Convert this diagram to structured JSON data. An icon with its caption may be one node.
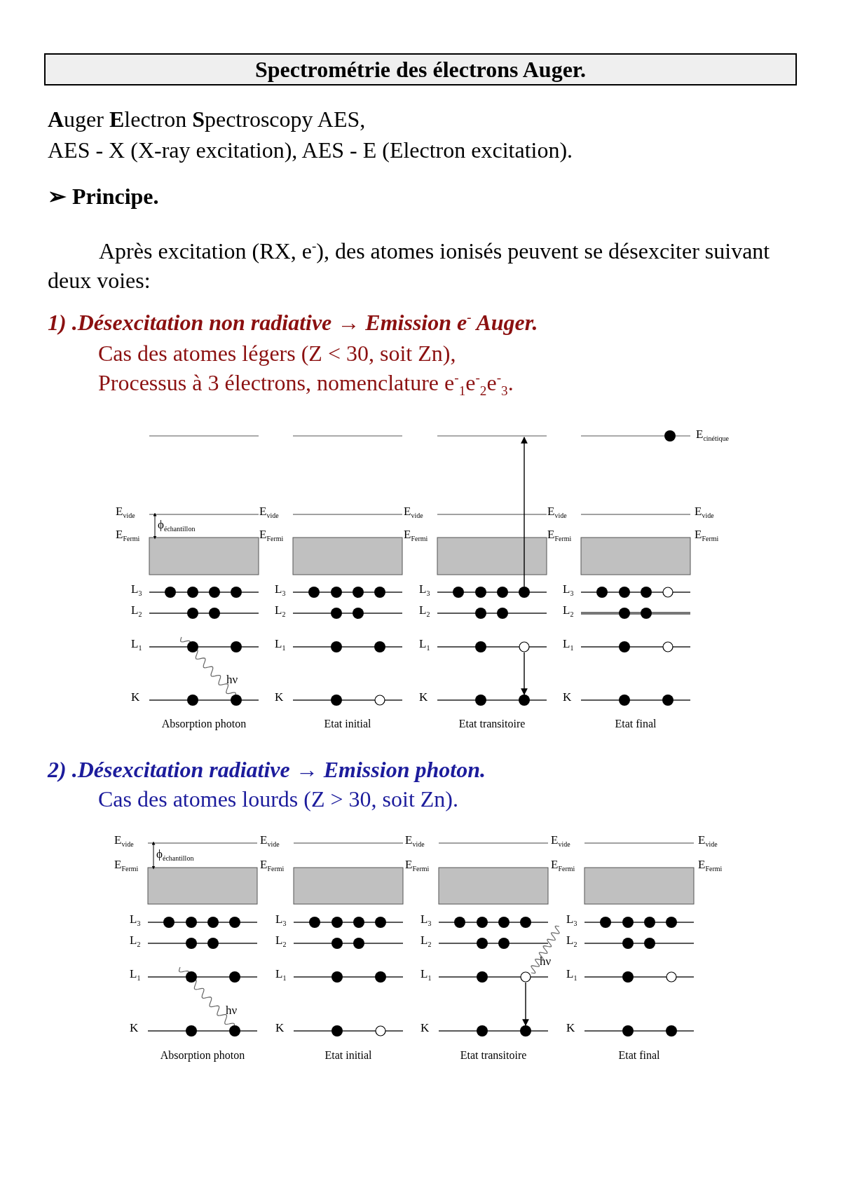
{
  "diagram": {
    "nodes": [
      {
        "text": [
          "Spectrométrie des électrons Auger."
        ]
      }
    ],
    "labels": [
      "**A**uger **E**lectron **S**pectroscopy AES,",
      "AES - X (X-ray excitation), AES - E (Electron excitation).",
      "➢ Principe.",
      "Après excitation (RX, e$^{-}$), des atomes ionisés peuvent se désexciter suivant deux voies:",
      "1) .Désexcitation non radiative → Emission e$^{-}$ Auger.",
      "Cas des atomes légers (Z < 30, soit Zn),",
      "Processus à 3 électrons, nomenclature e$^{-}$$_{1}$e$^{-}$$_{2}$e$^{-}$$_{3}$.",
      "E$_{cinétique}$",
      "E$_{vide}$",
      "E$_{vide}$",
      "E$_{vide}$",
      "E$_{vide}$",
      "E$_{vide}$",
      "ϕ$_{échantillon}$",
      "E$_{Fermi}$",
      "E$_{Fermi}$",
      "E$_{Fermi}$",
      "E$_{Fermi}$",
      "E$_{Fermi}$",
      "L$_{3}$",
      "L$_{3}$",
      "L$_{3}$",
      "L$_{3}$",
      "L$_{2}$",
      "L$_{2}$",
      "L$_{2}$",
      "L$_{2}$",
      "L$_{1}$",
      "L$_{1}$",
      "L$_{1}$",
      "L$_{1}$",
      "hν",
      "K",
      "K",
      "K",
      "K",
      "Absorption photon",
      "Etat initial",
      "Etat transitoire",
      "Etat final",
      "2) .Désexcitation radiative → Emission photon.",
      "Cas des atomes lourds (Z > 30, soit Zn).",
      "E$_{vide}$",
      "E$_{vide}$",
      "E$_{vide}$",
      "E$_{vide}$",
      "E$_{vide}$",
      "ϕ$_{échantillon}$",
      "E$_{Fermi}$",
      "E$_{Fermi}$",
      "E$_{Fermi}$",
      "E$_{Fermi}$",
      "E$_{Fermi}$",
      "L$_{3}$",
      "L$_{3}$",
      "L$_{3}$",
      "L$_{3}$",
      "L$_{2}$",
      "L$_{2}$",
      "L$_{2}$",
      "L$_{2}$",
      "hν",
      "L$_{1}$",
      "L$_{1}$",
      "L$_{1}$",
      "L$_{1}$",
      "hν",
      "K",
      "K",
      "K",
      "K",
      "Absorption photon",
      "Etat initial",
      "Etat transitoire",
      "Etat final"
    ]
  }
}
